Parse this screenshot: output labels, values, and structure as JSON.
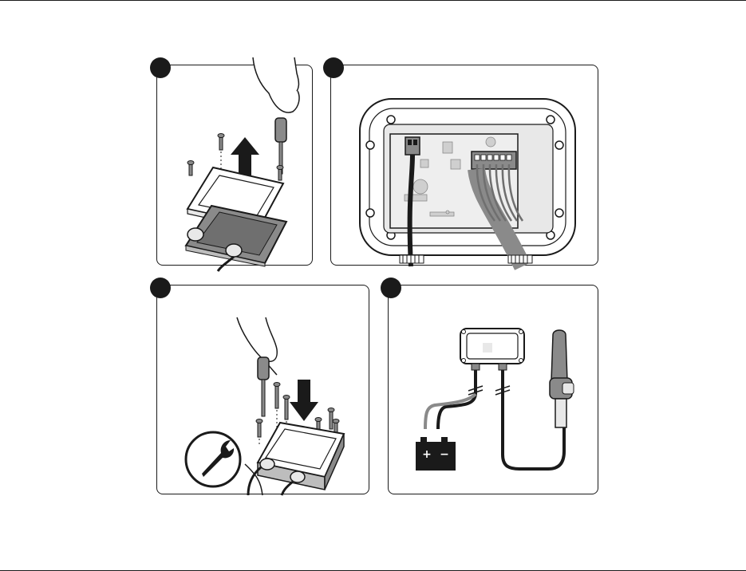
{
  "document": {
    "panels": [
      {
        "id": "step-remove-lid",
        "icon": "remove-lid-illustration"
      },
      {
        "id": "step-wire-terminals",
        "icon": "terminal-wiring-illustration"
      },
      {
        "id": "step-refit-lid",
        "icon": "refit-lid-illustration"
      },
      {
        "id": "step-connect-power-antenna",
        "icon": "battery-antenna-illustration"
      }
    ],
    "battery": {
      "plus": "+",
      "minus": "−"
    },
    "colors": {
      "ink": "#1a1a1a",
      "grey": "#8a8a8a",
      "light": "#e8e8e8",
      "pcb": "#eeeeee"
    }
  }
}
